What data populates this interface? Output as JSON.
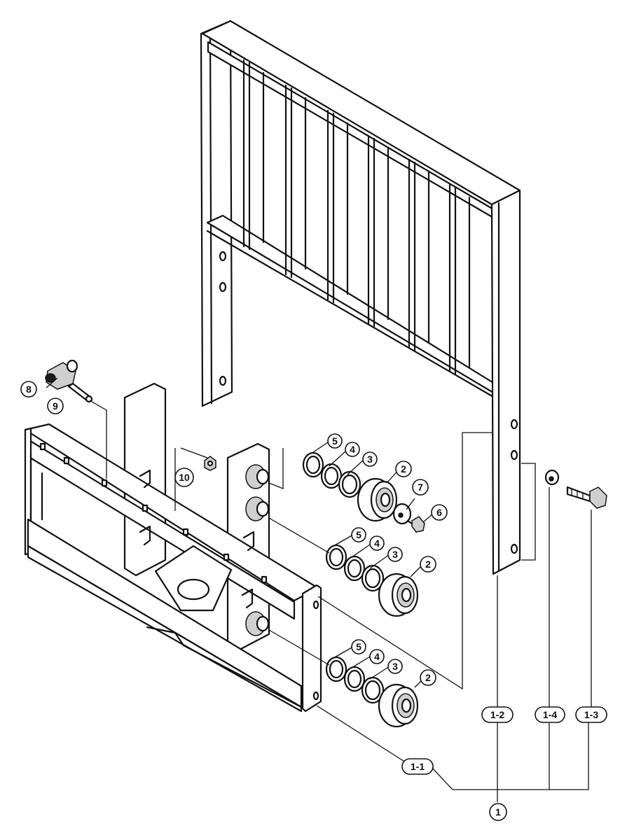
{
  "callouts": {
    "c1": "1",
    "c1_1": "1-1",
    "c1_2": "1-2",
    "c1_3": "1-3",
    "c1_4": "1-4",
    "c2a": "2",
    "c2b": "2",
    "c2c": "2",
    "c3a": "3",
    "c3b": "3",
    "c3c": "3",
    "c4a": "4",
    "c4b": "4",
    "c4c": "4",
    "c5a": "5",
    "c5b": "5",
    "c5c": "5",
    "c6": "6",
    "c7": "7",
    "c8": "8",
    "c9": "9",
    "c10": "10"
  }
}
